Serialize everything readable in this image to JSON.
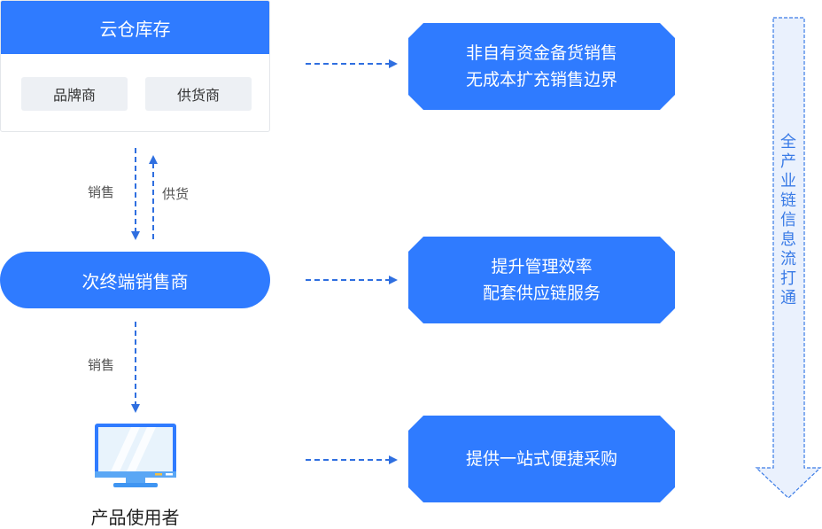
{
  "colors": {
    "primary": "#2f7bff",
    "chip_bg": "#edf0f4",
    "arrow": "#2f6fe0",
    "side_arrow_fill": "#eaf1fd"
  },
  "warehouse": {
    "title": "云仓库存",
    "chips": [
      "品牌商",
      "供货商"
    ]
  },
  "flow_labels": {
    "sale_down_1": "销售",
    "supply_up": "供货",
    "sale_down_2": "销售"
  },
  "reseller": {
    "label": "次终端销售商"
  },
  "end_user": {
    "icon": "monitor-icon",
    "label": "产品使用者"
  },
  "benefits": [
    {
      "lines": [
        "非自有资金备货销售",
        "无成本扩充销售边界"
      ]
    },
    {
      "lines": [
        "提升管理效率",
        "配套供应链服务"
      ]
    },
    {
      "lines": [
        "提供一站式便捷采购"
      ]
    }
  ],
  "side_arrow": {
    "chars": [
      "全",
      "产",
      "业",
      "链",
      "信",
      "息",
      "流",
      "打",
      "通"
    ],
    "text": "全产业链信息流打通"
  }
}
